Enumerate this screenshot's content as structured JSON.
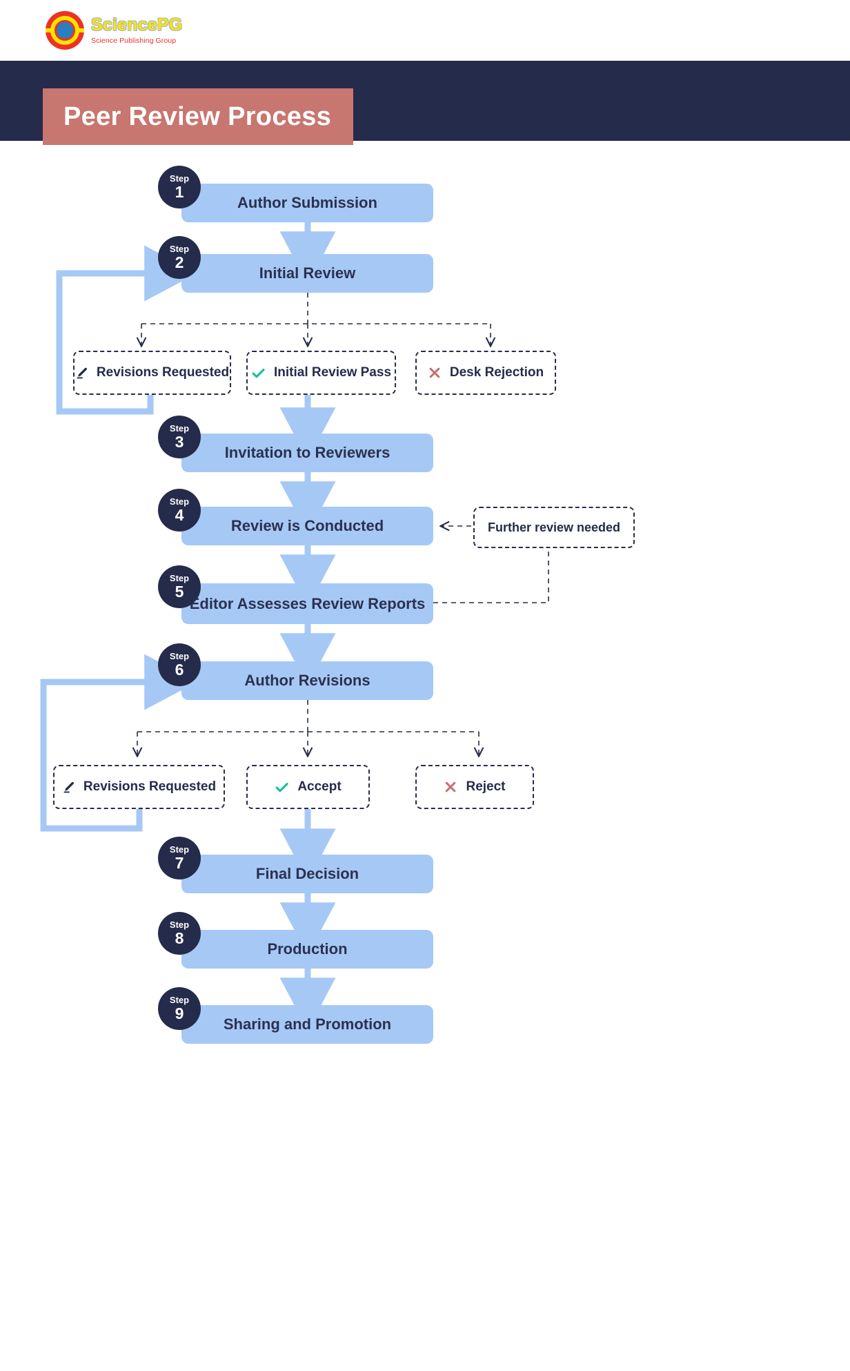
{
  "brand": {
    "logo_title": "SciencePG",
    "logo_subtitle": "Science Publishing Group",
    "logo_icon": "sciencepg-circle-logo",
    "colors": {
      "logo_red": "#ee3124",
      "logo_yellow": "#ffe400",
      "logo_blue": "#2a7fc1"
    }
  },
  "header": {
    "title": "Peer Review Process",
    "band_color": "#252b4a",
    "chip_color": "#c87670",
    "title_color": "#ffffff"
  },
  "theme": {
    "step_box_fill": "#a6c8f5",
    "badge_fill": "#252b4a",
    "text_dark": "#2b3150",
    "arrow_blue": "#a6c8f5",
    "dashed_dark": "#252b4a",
    "check_green": "#1bbf9e",
    "cross_red": "#c4706c"
  },
  "badge_word": "Step",
  "steps": [
    {
      "n": "1",
      "label": "Author Submission"
    },
    {
      "n": "2",
      "label": "Initial Review"
    },
    {
      "n": "3",
      "label": "Invitation to Reviewers"
    },
    {
      "n": "4",
      "label": "Review is Conducted"
    },
    {
      "n": "5",
      "label": "Editor Assesses Review Reports"
    },
    {
      "n": "6",
      "label": "Author Revisions"
    },
    {
      "n": "7",
      "label": "Final Decision"
    },
    {
      "n": "8",
      "label": "Production"
    },
    {
      "n": "9",
      "label": "Sharing and Promotion"
    }
  ],
  "branch_initial": [
    {
      "label": "Revisions Requested",
      "icon": "pencil-icon"
    },
    {
      "label": "Initial Review Pass",
      "icon": "check-icon"
    },
    {
      "label": "Desk Rejection",
      "icon": "cross-icon"
    }
  ],
  "branch_revision": [
    {
      "label": "Revisions Requested",
      "icon": "pencil-icon"
    },
    {
      "label": "Accept",
      "icon": "check-icon"
    },
    {
      "label": "Reject",
      "icon": "cross-icon"
    }
  ],
  "side_note": {
    "label": "Further review needed"
  }
}
